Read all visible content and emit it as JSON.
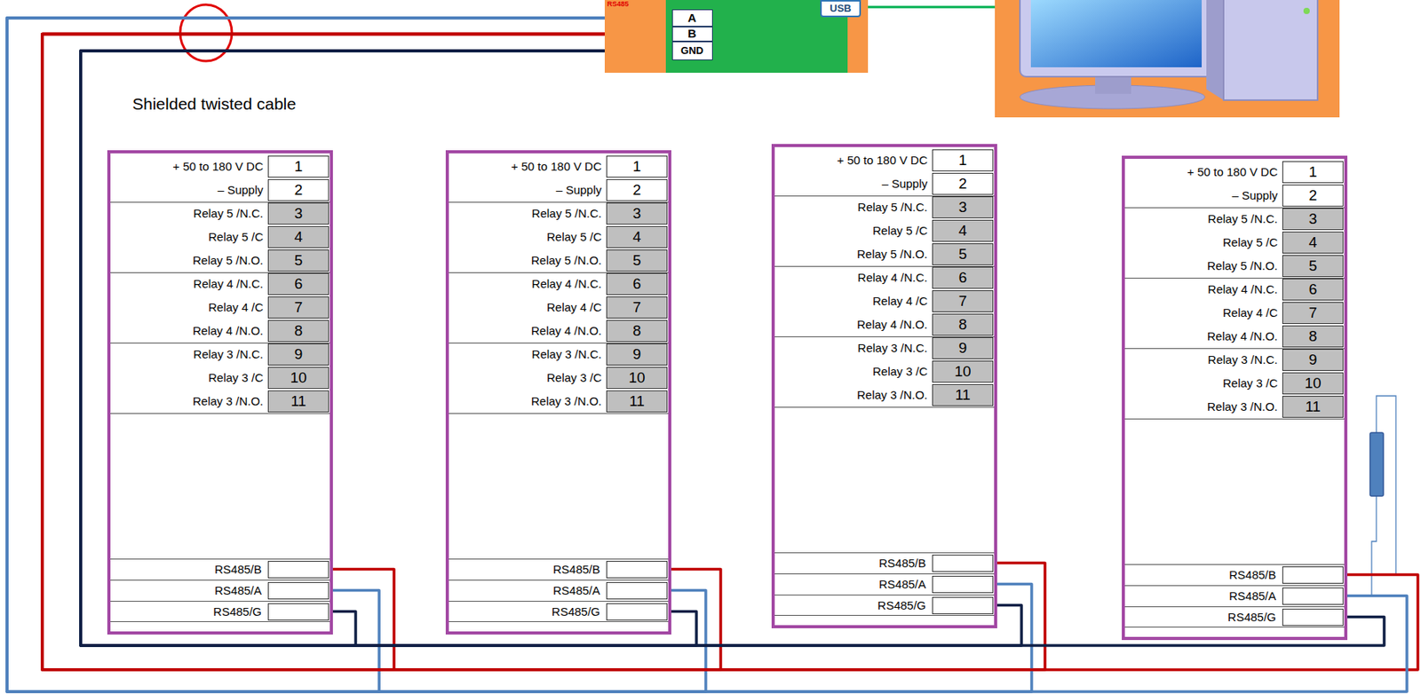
{
  "diagram": {
    "nodes": [
      {
        "text": [
          "RS485"
        ]
      },
      {
        "text": [
          "A"
        ],
        "in": 0
      },
      {
        "text": [
          "B"
        ],
        "in": 0
      },
      {
        "text": [
          "GND"
        ],
        "in": 0
      },
      {
        "text": [
          "USB"
        ],
        "in": 0
      },
      {
        "text": [
          "+ 50 to 180 V DC",
          "1",
          "– Supply",
          "2",
          "Relay 5 /N.C.",
          "3",
          "Relay 5 /C",
          "4",
          "Relay 5 /N.O.",
          "5",
          "Relay 4 /N.C.",
          "6",
          "Relay 4 /C",
          "7",
          "Relay 4 /N.O.",
          "8",
          "Relay 3 /N.C.",
          "9",
          "Relay 3 /C",
          "10",
          "Relay 3 /N.O.",
          "11"
        ]
      },
      {
        "text": [
          "RS485/B"
        ],
        "in": 5
      },
      {
        "text": [
          "RS485/A"
        ],
        "in": 5
      },
      {
        "text": [
          "RS485/G"
        ],
        "in": 5
      },
      {
        "text": [
          "+ 50 to 180 V DC",
          "1",
          "– Supply",
          "2",
          "Relay 5 /N.C.",
          "3",
          "Relay 5 /C",
          "4",
          "Relay 5 /N.O.",
          "5",
          "Relay 4 /N.C.",
          "6",
          "Relay 4 /C",
          "7",
          "Relay 4 /N.O.",
          "8",
          "Relay 3 /N.C.",
          "9",
          "Relay 3 /C",
          "10",
          "Relay 3 /N.O.",
          "11"
        ]
      },
      {
        "text": [
          "RS485/B"
        ],
        "in": 9
      },
      {
        "text": [
          "RS485/A"
        ],
        "in": 9
      },
      {
        "text": [
          "RS485/G"
        ],
        "in": 9
      },
      {
        "text": [
          "+ 50 to 180 V DC",
          "1",
          "– Supply",
          "2",
          "Relay 5 /N.C.",
          "3",
          "Relay 5 /C",
          "4",
          "Relay 5 /N.O.",
          "5",
          "Relay 4 /N.C.",
          "6",
          "Relay 4 /C",
          "7",
          "Relay 4 /N.O.",
          "8",
          "Relay 3 /N.C.",
          "9",
          "Relay 3 /C",
          "10",
          "Relay 3 /N.O.",
          "11"
        ]
      },
      {
        "text": [
          "RS485/B"
        ],
        "in": 13
      },
      {
        "text": [
          "RS485/A"
        ],
        "in": 13
      },
      {
        "text": [
          "RS485/G"
        ],
        "in": 13
      },
      {
        "text": [
          "+ 50 to 180 V DC",
          "1",
          "– Supply",
          "2",
          "Relay 5 /N.C.",
          "3",
          "Relay 5 /C",
          "4",
          "Relay 5 /N.O.",
          "5",
          "Relay 4 /N.C.",
          "6",
          "Relay 4 /C",
          "7",
          "Relay 4 /N.O.",
          "8",
          "Relay 3 /N.C.",
          "9",
          "Relay 3 /C",
          "10",
          "Relay 3 /N.O.",
          "11"
        ]
      },
      {
        "text": [
          "RS485/B"
        ],
        "in": 17
      },
      {
        "text": [
          "RS485/A"
        ],
        "in": 17
      },
      {
        "text": [
          "RS485/G"
        ],
        "in": 17
      }
    ],
    "edges": [
      {
        "from": 2,
        "to": 6,
        "arrow": "none"
      },
      {
        "from": 1,
        "to": 7,
        "arrow": "none"
      },
      {
        "from": 3,
        "to": 8,
        "arrow": "none"
      },
      {
        "from": 2,
        "to": 10,
        "arrow": "none"
      },
      {
        "from": 1,
        "to": 11,
        "arrow": "none"
      },
      {
        "from": 3,
        "to": 12,
        "arrow": "none"
      },
      {
        "from": 2,
        "to": 14,
        "arrow": "none"
      },
      {
        "from": 1,
        "to": 15,
        "arrow": "none"
      },
      {
        "from": 3,
        "to": 16,
        "arrow": "none"
      },
      {
        "from": 2,
        "to": 18,
        "arrow": "none"
      },
      {
        "from": 1,
        "to": 19,
        "arrow": "none"
      },
      {
        "from": 3,
        "to": 20,
        "arrow": "none"
      }
    ],
    "labels": [
      "Shielded twisted cable"
    ]
  }
}
